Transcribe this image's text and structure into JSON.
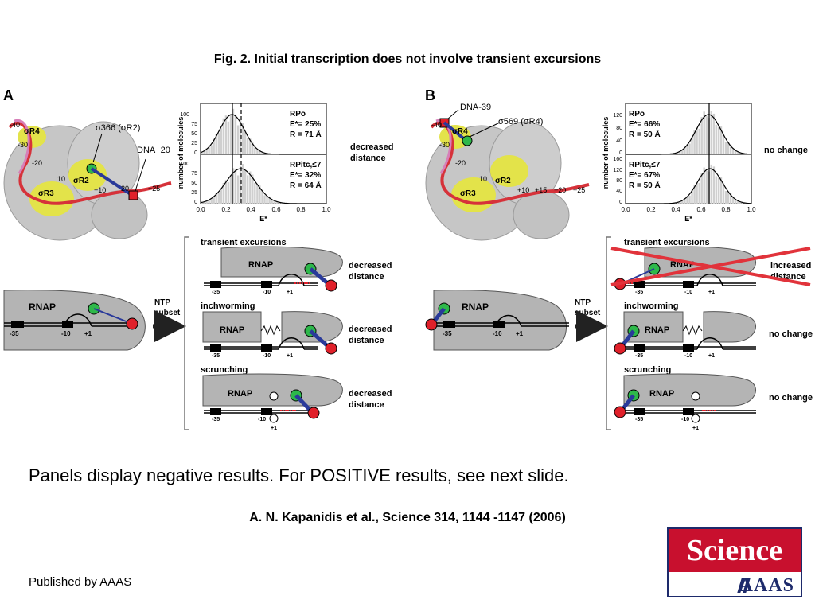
{
  "slide": {
    "title": "Fig. 2. Initial transcription does not involve transient excursions",
    "caption": "Panels display negative results.  For POSITIVE results, see next slide.",
    "citation": "A. N.  Kapanidis et al.,  Science  314, 1144 -1147 (2006)",
    "publisher": "Published by AAAS",
    "logo": {
      "top": "Science",
      "bottom": "AAAS"
    }
  },
  "panelA": {
    "letter": "A",
    "struct_labels": {
      "r4": "σR4",
      "r2": "σR2",
      "r3": "σR3",
      "probe1": "σ366 (σR2)",
      "probe2": "DNA+20",
      "n40": "-40",
      "n30": "-30",
      "n20": "-20",
      "n10": "10",
      "p10": "+10",
      "p20": "20",
      "p25": "+25"
    },
    "hist": {
      "ylabel": "number of molecules",
      "xlabel": "E*",
      "xticks": [
        "0.0",
        "0.2",
        "0.4",
        "0.6",
        "0.8",
        "1.0"
      ],
      "top": {
        "yticks": [
          "0",
          "25",
          "50",
          "75",
          "100"
        ],
        "l1": "RPo",
        "l2": "E*= 25%",
        "l3": "R = 71 Å"
      },
      "bottom": {
        "yticks": [
          "0",
          "25",
          "50",
          "75",
          "100"
        ],
        "l1": "RPitc,≤7",
        "l2": "E*= 32%",
        "l3": "R = 64 Å"
      }
    },
    "hist_result": [
      "decreased",
      "distance"
    ],
    "ntp": [
      "NTP",
      "subset"
    ],
    "schemes": [
      {
        "name": "transient excursions",
        "result": [
          "decreased",
          "distance"
        ]
      },
      {
        "name": "inchworming",
        "result": [
          "decreased",
          "distance"
        ]
      },
      {
        "name": "scrunching",
        "result": [
          "decreased",
          "distance"
        ]
      }
    ]
  },
  "panelB": {
    "letter": "B",
    "struct_labels": {
      "r4": "σR4",
      "r2": "σR2",
      "r3": "σR3",
      "probe1": "DNA-39",
      "probe2": "σ569 (σR4)",
      "n40": "-40",
      "n30": "-30",
      "n20": "-20",
      "n10": "10",
      "p10": "+10",
      "p15": "+15",
      "p20": "+20",
      "p25": "+25"
    },
    "hist": {
      "ylabel": "number of molecules",
      "xlabel": "E*",
      "xticks": [
        "0.0",
        "0.2",
        "0.4",
        "0.6",
        "0.8",
        "1.0"
      ],
      "top": {
        "yticks": [
          "0",
          "40",
          "80",
          "120"
        ],
        "l1": "RPo",
        "l2": "E*= 66%",
        "l3": "R = 50 Å"
      },
      "bottom": {
        "yticks": [
          "0",
          "40",
          "80",
          "120",
          "160"
        ],
        "l1": "RPitc,≤7",
        "l2": "E*= 67%",
        "l3": "R = 50 Å"
      }
    },
    "hist_result": [
      "no change"
    ],
    "ntp": [
      "NTP",
      "subset"
    ],
    "schemes": [
      {
        "name": "transient excursions",
        "result": [
          "increased",
          "distance"
        ]
      },
      {
        "name": "inchworming",
        "result": [
          "no change"
        ]
      },
      {
        "name": "scrunching",
        "result": [
          "no change"
        ]
      }
    ]
  },
  "common": {
    "rnap": "RNAP",
    "m35": "-35",
    "m10": "-10",
    "p1": "+1"
  },
  "colors": {
    "protein": "#c9c9c9",
    "domain": "#e3e34a",
    "dna": "#d6323a",
    "dna_pink": "#d77fb8",
    "donor": "#2eb84a",
    "acceptor": "#e0202a",
    "link": "#2a3a9a",
    "cross": "#e1333b"
  }
}
